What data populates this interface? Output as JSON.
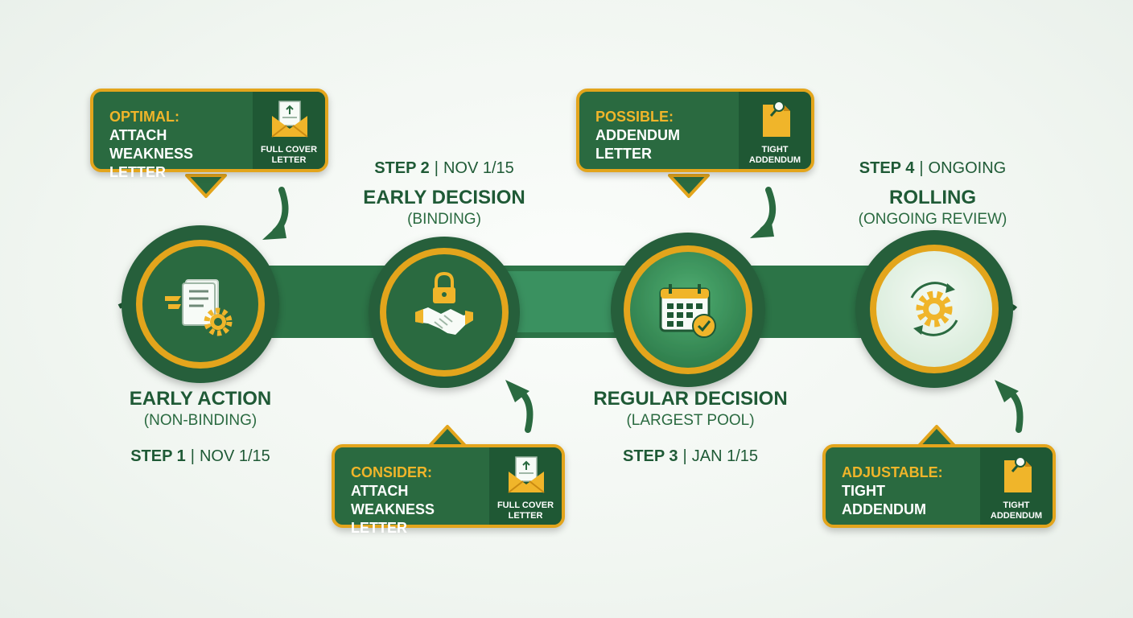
{
  "colors": {
    "dark_green": "#1f5834",
    "green": "#2a6a40",
    "light_green": "#3f9a62",
    "gold": "#e3a51c",
    "mint": "#e7f3e8"
  },
  "stages": [
    {
      "title": "EARLY ACTION",
      "subtitle": "(NON-BINDING)",
      "step_label": "STEP 1",
      "step_date": "NOV 1/15",
      "icon": "document-gear-icon"
    },
    {
      "title": "EARLY DECISION",
      "subtitle": "(BINDING)",
      "step_label": "STEP 2",
      "step_date": "NOV 1/15",
      "icon": "handshake-lock-icon"
    },
    {
      "title": "REGULAR DECISION",
      "subtitle": "(LARGEST POOL)",
      "step_label": "STEP 3",
      "step_date": "JAN 1/15",
      "icon": "calendar-check-icon"
    },
    {
      "title": "ROLLING",
      "subtitle": "(ONGOING REVIEW)",
      "step_label": "STEP 4",
      "step_date": "ONGOING",
      "icon": "gear-cycle-icon"
    }
  ],
  "callouts": [
    {
      "lead": "OPTIMAL:",
      "body": "ATTACH WEAKNESS\nLETTER",
      "icon": "envelope-letter-icon",
      "caption": "FULL COVER\nLETTER"
    },
    {
      "lead": "CONSIDER:",
      "body": "ATTACH WEAKNESS\nLETTER",
      "icon": "envelope-letter-icon",
      "caption": "FULL COVER\nLETTER"
    },
    {
      "lead": "POSSIBLE:",
      "body": "ADDENDUM LETTER",
      "icon": "pinned-note-icon",
      "caption": "TIGHT\nADDENDUM"
    },
    {
      "lead": "ADJUSTABLE:",
      "body": "TIGHT ADDENDUM",
      "icon": "pinned-note-icon",
      "caption": "TIGHT\nADDENDUM"
    }
  ]
}
